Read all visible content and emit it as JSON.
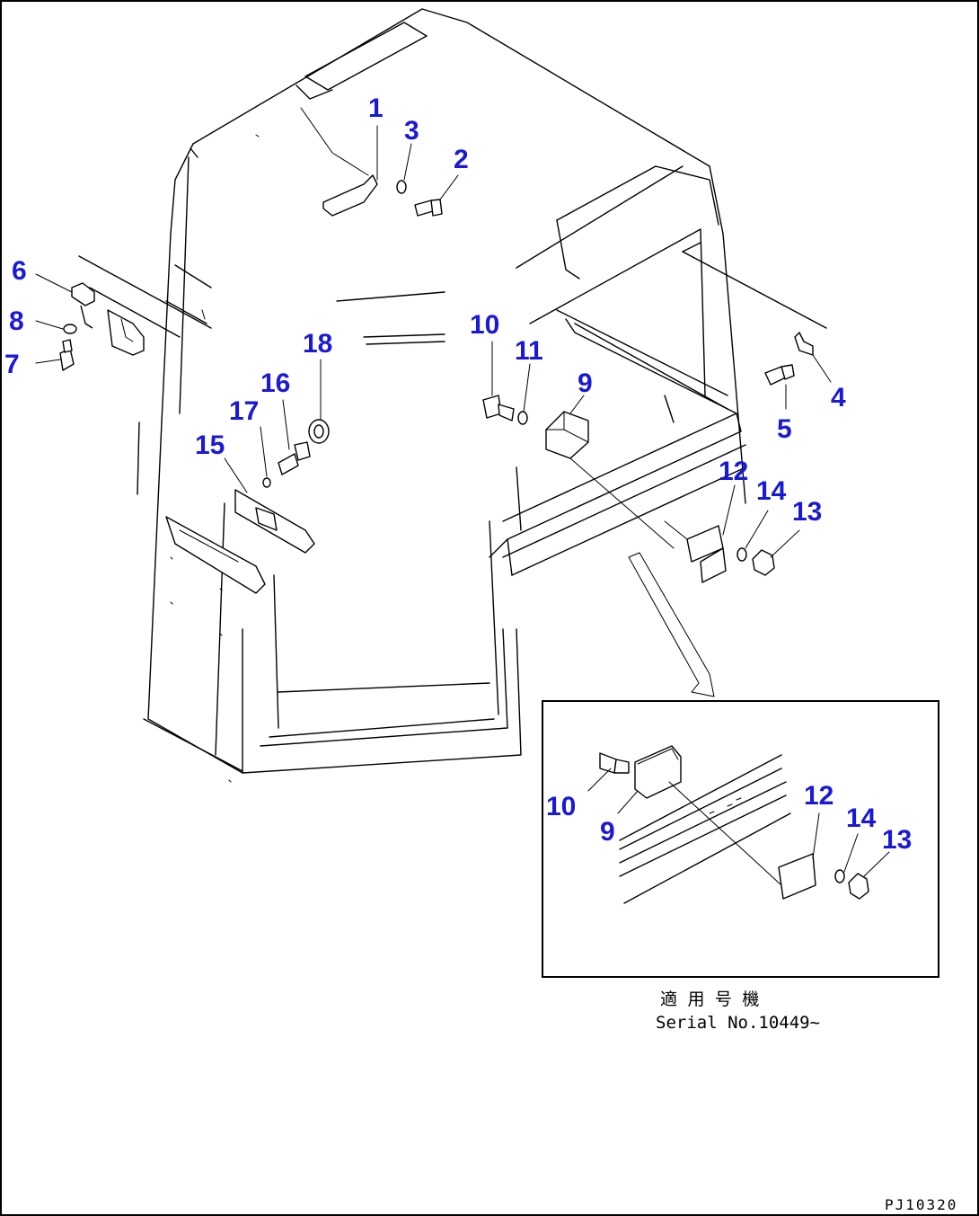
{
  "diagram": {
    "label_color": "#1a1ad6",
    "line_color": "#000000",
    "callouts": [
      "1",
      "2",
      "3",
      "4",
      "5",
      "6",
      "7",
      "8",
      "9",
      "10",
      "11",
      "12",
      "13",
      "14",
      "15",
      "16",
      "17",
      "18"
    ],
    "inset_callouts": [
      "10",
      "9",
      "12",
      "14",
      "13"
    ],
    "applicability_note_jp": "適 用 号 機",
    "applicability_note": "Serial No.10449~",
    "drawing_code": "PJ10320"
  }
}
